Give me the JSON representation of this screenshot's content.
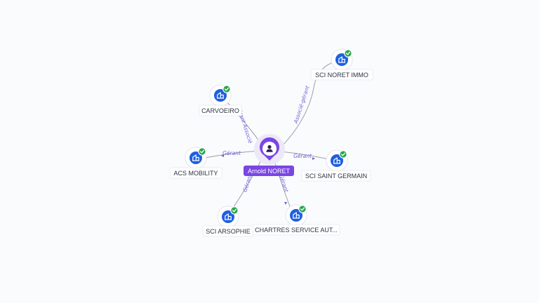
{
  "center": {
    "name": "Arnold NORET"
  },
  "companies": [
    {
      "id": "sci-noret-immo",
      "name": "SCI NORET IMMO",
      "role": "Associé-gérant",
      "verified": true
    },
    {
      "id": "carvoeiro",
      "name": "CARVOEIRO",
      "role": "Gérant Associé",
      "verified": true
    },
    {
      "id": "acs-mobility",
      "name": "ACS MOBILITY",
      "role": "Gérant",
      "verified": true
    },
    {
      "id": "sci-saint-germain",
      "name": "SCI SAINT GERMAIN",
      "role": "Gérant",
      "verified": true
    },
    {
      "id": "sci-arsophie",
      "name": "SCI ARSOPHIE",
      "role": "Gérant",
      "verified": true
    },
    {
      "id": "chartres-service-aut",
      "name": "CHARTRES SERVICE AUT...",
      "role": "Gérant",
      "verified": true
    }
  ],
  "colors": {
    "company_node": "#1f5fe0",
    "verified_badge": "#2aa44f",
    "person_node": "#7b46e4",
    "edge_label": "#6b62d9"
  },
  "icons": {
    "person": "user-icon",
    "company": "building-icon",
    "verified": "check-badge-icon"
  }
}
